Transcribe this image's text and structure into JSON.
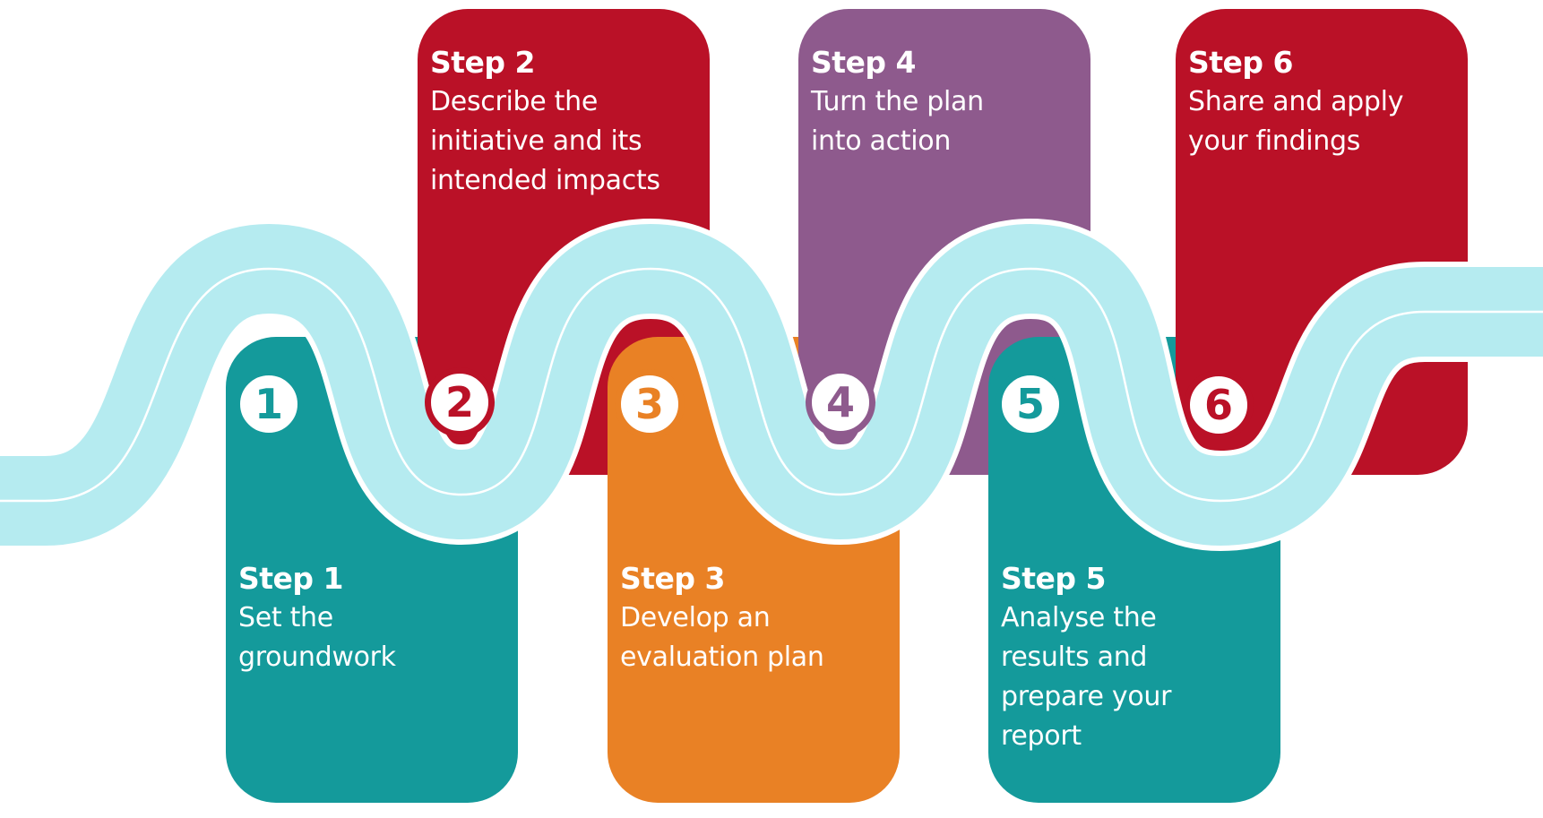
{
  "colors": {
    "teal": "#149A9B",
    "crimson": "#BA1127",
    "orange": "#E98125",
    "purple": "#8E5A8D",
    "road": "#B5EBF0",
    "road_line": "#FFFFFF"
  },
  "steps": [
    {
      "number": "1",
      "title": "Step 1",
      "description": "Set the\ngroundwork",
      "color": "#149A9B",
      "position": "bottom"
    },
    {
      "number": "2",
      "title": "Step 2",
      "description": "Describe the\ninitiative and its\nintended impacts",
      "color": "#BA1127",
      "position": "top"
    },
    {
      "number": "3",
      "title": "Step 3",
      "description": "Develop an\nevaluation plan",
      "color": "#E98125",
      "position": "bottom"
    },
    {
      "number": "4",
      "title": "Step 4",
      "description": "Turn the plan\ninto action",
      "color": "#8E5A8D",
      "position": "top"
    },
    {
      "number": "5",
      "title": "Step 5",
      "description": "Analyse the\nresults and\nprepare your\nreport",
      "color": "#149A9B",
      "position": "bottom"
    },
    {
      "number": "6",
      "title": "Step 6",
      "description": "Share and apply\nyour findings",
      "color": "#BA1127",
      "position": "top"
    }
  ]
}
